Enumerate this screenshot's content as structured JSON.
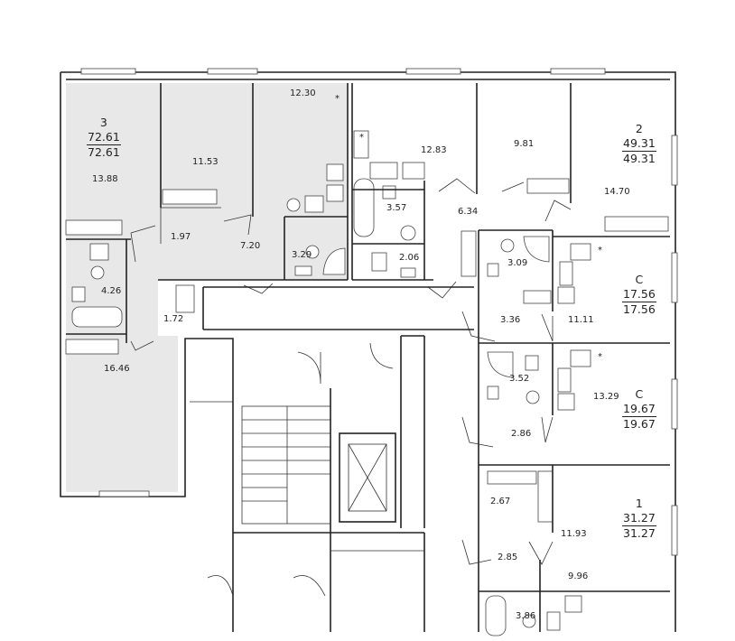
{
  "apartments": [
    {
      "id": "a3",
      "type": "3",
      "area_total": "72.61",
      "area_living": "72.61"
    },
    {
      "id": "a2",
      "type": "2",
      "area_total": "49.31",
      "area_living": "49.31"
    },
    {
      "id": "c1",
      "type": "С",
      "area_total": "17.56",
      "area_living": "17.56"
    },
    {
      "id": "c2",
      "type": "С",
      "area_total": "19.67",
      "area_living": "19.67"
    },
    {
      "id": "a1",
      "type": "1",
      "area_total": "31.27",
      "area_living": "31.27"
    }
  ],
  "rooms": [
    "12.30",
    "13.88",
    "11.53",
    "1.97",
    "7.20",
    "3.29",
    "4.26",
    "1.72",
    "16.46",
    "12.83",
    "9.81",
    "14.70",
    "3.57",
    "6.34",
    "2.06",
    "3.09",
    "3.36",
    "11.11",
    "3.52",
    "13.29",
    "2.86",
    "2.67",
    "11.93",
    "2.85",
    "9.96",
    "3.86"
  ],
  "marker": "*"
}
